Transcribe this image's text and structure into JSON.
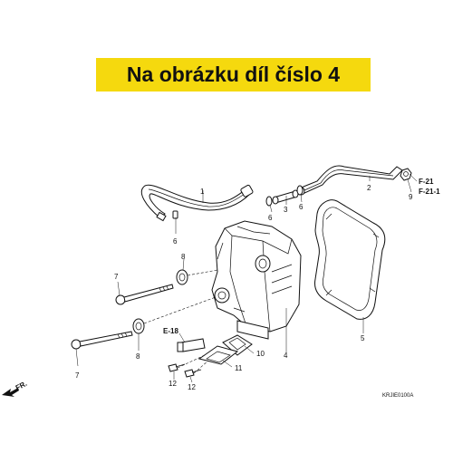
{
  "banner": {
    "title": "Na obrázku díl číslo 4",
    "color": "#f5d90e"
  },
  "callouts": {
    "c1": "1",
    "c2": "2",
    "c3": "3",
    "c4": "4",
    "c5": "5",
    "c6a": "6",
    "c6b": "6",
    "c6c": "6",
    "c7a": "7",
    "c7b": "7",
    "c8a": "8",
    "c8b": "8",
    "c9": "9",
    "c10": "10",
    "c11": "11",
    "c12a": "12",
    "c12b": "12"
  },
  "references": {
    "f21": "F-21",
    "f211": "F-21-1",
    "e18": "E-18"
  },
  "direction_marker": "FR.",
  "diagram_code": "KRJIE0100A",
  "icons": {
    "front_arrow": "arrow-down-left-icon"
  }
}
